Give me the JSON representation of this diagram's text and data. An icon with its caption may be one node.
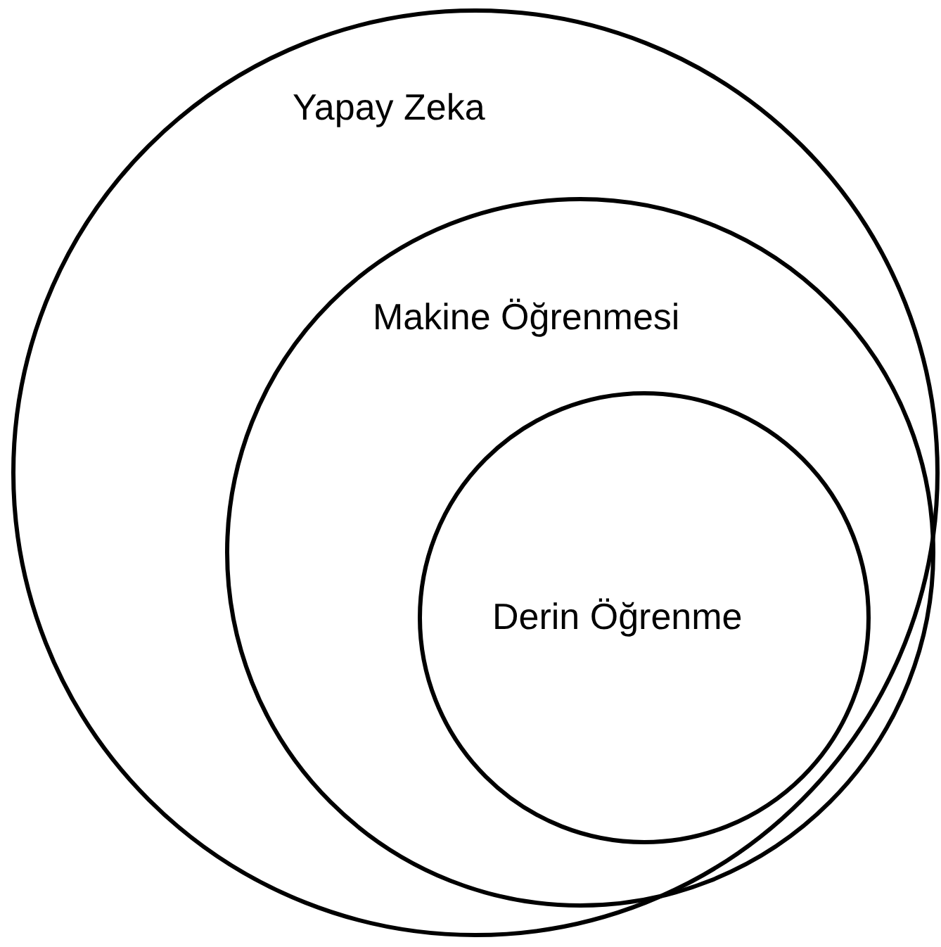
{
  "diagram": {
    "nodes": [
      {
        "text": [
          "Yapay Zeka"
        ]
      },
      {
        "text": [
          "Makine Öğrenmesi"
        ],
        "in": 0
      },
      {
        "text": [
          "Derin Öğrenme"
        ],
        "in": 1
      }
    ]
  }
}
